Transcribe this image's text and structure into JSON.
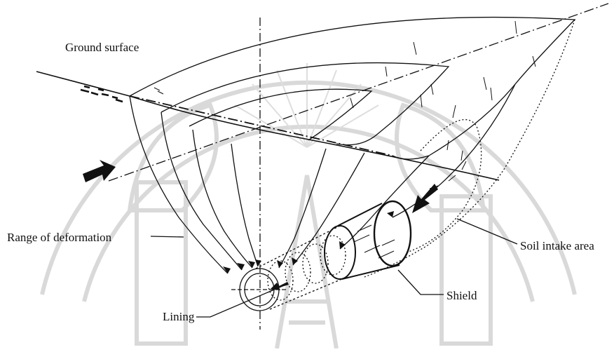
{
  "labels": {
    "ground_surface": "Ground surface",
    "range_of_deformation": "Range of deformation",
    "soil_intake_area": "Soil intake area",
    "shield": "Shield",
    "lining": "Lining"
  },
  "colors": {
    "line": "#111111",
    "watermark": "#d9d9d9",
    "background": "#ffffff"
  },
  "icons": {
    "direction_arrows": "bold-arrow-icon",
    "watermark": "university-seal-watermark"
  }
}
